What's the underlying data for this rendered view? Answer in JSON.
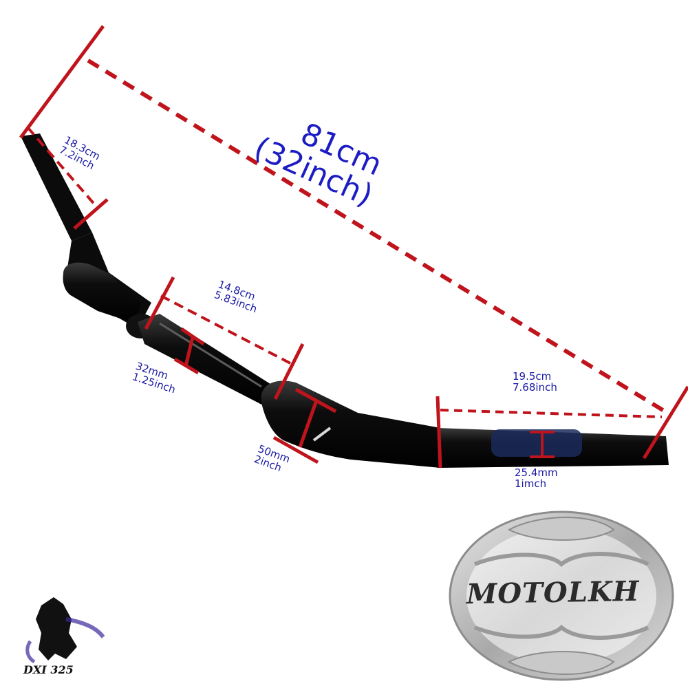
{
  "measurements": {
    "overall": {
      "line1": "81cm",
      "line2": "(32inch)"
    },
    "rise": {
      "line1": "18.3cm",
      "line2": "7.2inch"
    },
    "center_section": {
      "line1": "14.8cm",
      "line2": "5.83inch"
    },
    "center_diameter": {
      "line1": "32mm",
      "line2": "1.25inch"
    },
    "clamp_diameter": {
      "line1": "50mm",
      "line2": "2inch"
    },
    "grip_length": {
      "line1": "19.5cm",
      "line2": "7.68inch"
    },
    "grip_diameter": {
      "line1": "25.4mm",
      "line2": "1imch"
    }
  },
  "branding": {
    "logo_text": "MOTOLKH",
    "watermark_text": "DXI 325"
  },
  "colors": {
    "dimension_line": "#c0141c",
    "label_text": "#1a1aa6",
    "handlebar": "#0a0a0a",
    "logo_metal": "#b4b4b4"
  },
  "icons": {
    "logo": "motolkh-emblem-icon",
    "watermark": "horse-head-icon"
  }
}
